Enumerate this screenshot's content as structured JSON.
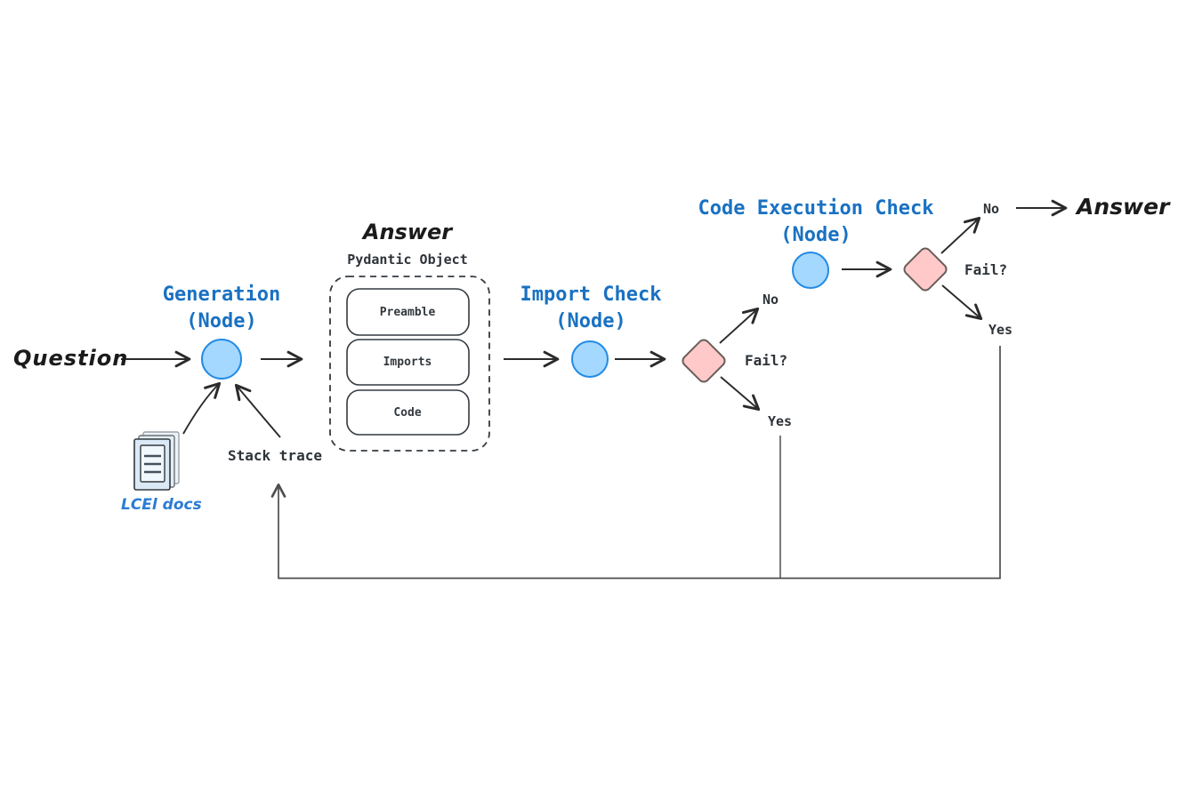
{
  "colors": {
    "background": "#ffffff",
    "accent_blue_text": "#1971c2",
    "node_fill": "#a5d8ff",
    "node_stroke": "#228be6",
    "decision_fill": "#ffc9c9",
    "decision_stroke": "#6a5f5a",
    "arrow_stroke": "#2b2b2b",
    "loop_stroke": "#4d4d4d",
    "docs_label_blue": "#2b7cd3"
  },
  "diagram": {
    "question_label": "Question",
    "generation_node": {
      "label": "Generation\n(Node)"
    },
    "answer_object": {
      "title": "Answer",
      "subtitle": "Pydantic Object",
      "fields": [
        "Preamble",
        "Imports",
        "Code"
      ]
    },
    "import_check_node": {
      "label": "Import Check\n(Node)",
      "fail_label": "Fail?",
      "no_label": "No",
      "yes_label": "Yes"
    },
    "code_execution_node": {
      "label": "Code Execution Check\n(Node)",
      "fail_label": "Fail?",
      "no_label": "No",
      "yes_label": "Yes"
    },
    "final_answer_label": "Answer",
    "stack_trace_label": "Stack trace",
    "docs_label": "LCEl docs"
  }
}
